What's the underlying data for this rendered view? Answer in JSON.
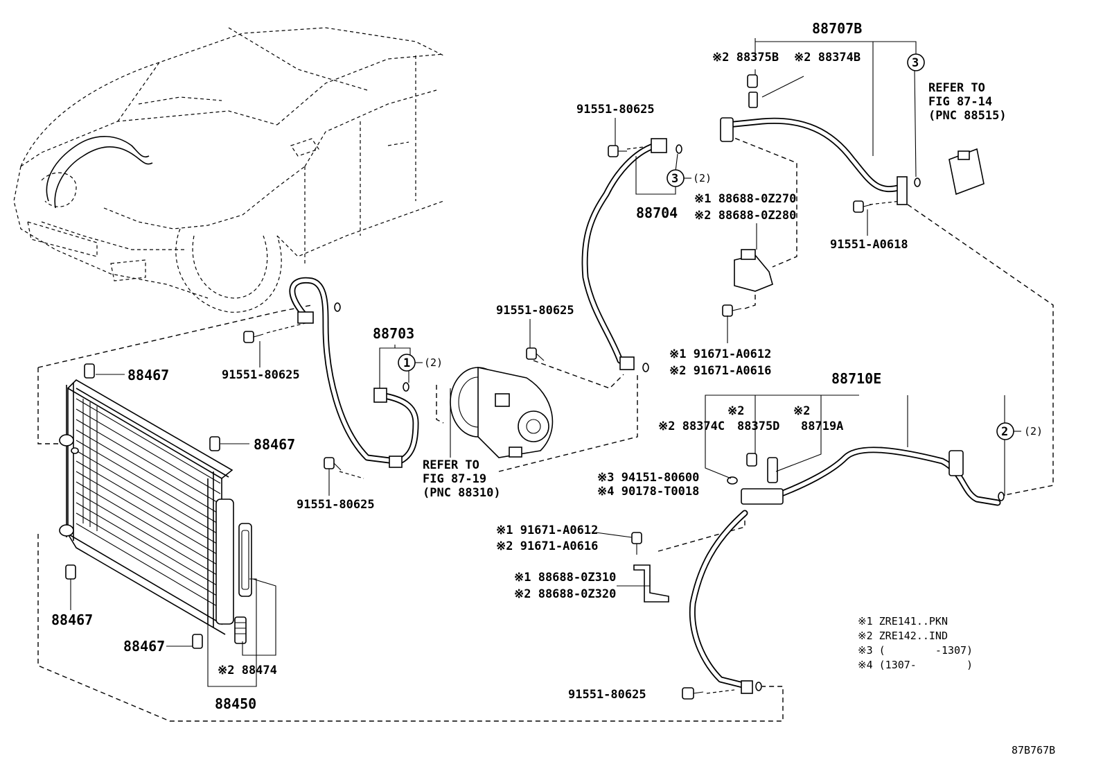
{
  "diagram_id": "87B767B",
  "labels": {
    "p88707B": "88707B",
    "p88375B": "※2 88375B",
    "p88374B": "※2 88374B",
    "circle3_top": "3",
    "refer_fig87_14": [
      "REFER TO",
      "FIG 87-14",
      "(PNC 88515)"
    ],
    "bolt_91551_80625_a": "91551-80625",
    "circle3_mid": "3",
    "qty2_a": "(2)",
    "p88704": "88704",
    "p88688_0Z270": "※1 88688-0Z270",
    "p88688_0Z280": "※2 88688-0Z280",
    "p91551_A0618": "91551-A0618",
    "bolt_91551_80625_b": "91551-80625",
    "p88703": "88703",
    "circle1": "1",
    "qty2_b": "(2)",
    "p91671_A0612_a": "※1 91671-A0612",
    "p91671_A0616_a": "※2 91671-A0616",
    "p88467_a": "88467",
    "bolt_91551_80625_c": "91551-80625",
    "p88710E": "88710E",
    "p88467_b": "88467",
    "note2_a": "※2",
    "note2_b": "※2",
    "p88374C": "※2 88374C",
    "p88375D": "88375D",
    "p88719A": "88719A",
    "circle2": "2",
    "qty2_c": "(2)",
    "refer_fig87_19": [
      "REFER TO",
      "FIG 87-19",
      "(PNC 88310)"
    ],
    "p94151_80600": "※3 94151-80600",
    "p90178_T0018": "※4 90178-T0018",
    "bolt_91551_80625_d": "91551-80625",
    "p91671_A0612_b": "※1 91671-A0612",
    "p91671_A0616_b": "※2 91671-A0616",
    "p88467_c": "88467",
    "p88688_0Z310": "※1 88688-0Z310",
    "p88688_0Z320": "※2 88688-0Z320",
    "p88467_d": "88467",
    "p88474": "※2 88474",
    "p88450": "88450",
    "bolt_91551_80625_e": "91551-80625"
  },
  "notes": [
    "※1 ZRE141..PKN",
    "※2 ZRE142..IND",
    "※3 (        -1307)",
    "※4 (1307-        )"
  ]
}
